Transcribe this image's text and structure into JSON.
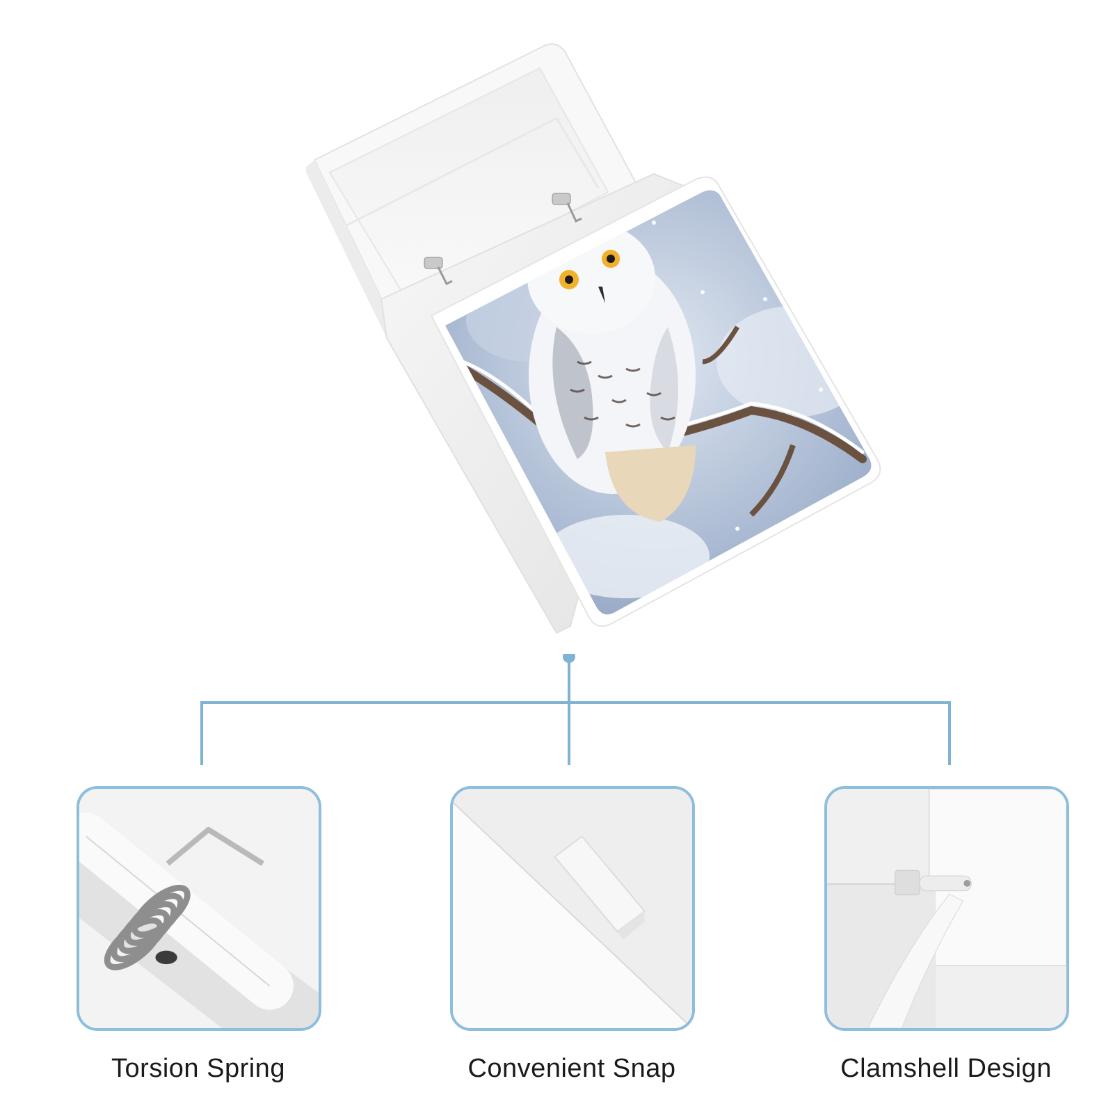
{
  "product": {
    "image_subject": "snowy-owl-on-branch",
    "lid_print_colors": [
      "#a9b9d2",
      "#eef1f6",
      "#6b5140",
      "#f2b12a"
    ]
  },
  "connector": {
    "color": "#7fb3d3"
  },
  "features": [
    {
      "label": "Torsion Spring",
      "icon": "torsion-spring-icon"
    },
    {
      "label": "Convenient Snap",
      "icon": "snap-icon"
    },
    {
      "label": "Clamshell Design",
      "icon": "clamshell-hinge-icon"
    }
  ],
  "colors": {
    "accent": "#8dbedc",
    "case": "#ffffff",
    "text": "#1a1a1a"
  }
}
